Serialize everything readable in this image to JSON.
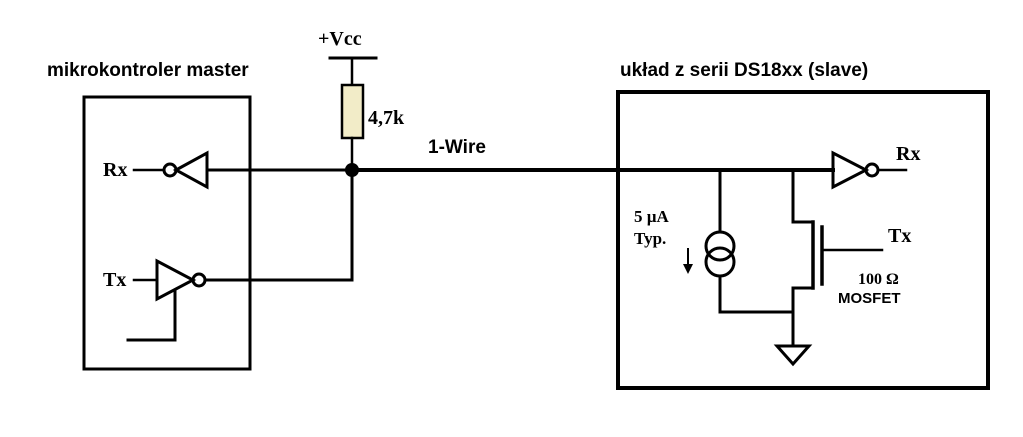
{
  "master": {
    "title": "mikrokontroler master",
    "rx_label": "Rx",
    "tx_label": "Tx"
  },
  "pullup": {
    "vcc_label": "+Vcc",
    "resistor_label": "4,7k"
  },
  "bus": {
    "label": "1-Wire"
  },
  "slave": {
    "title": "układ z serii DS18xx (slave)",
    "rx_label": "Rx",
    "tx_label": "Tx",
    "current_source_value": "5 µA",
    "current_source_note": "Typ.",
    "mosfet_resistance": "100 Ω",
    "mosfet_label": "MOSFET"
  },
  "colors": {
    "resistor_fill": "#f2ecc8",
    "line": "#000000"
  }
}
